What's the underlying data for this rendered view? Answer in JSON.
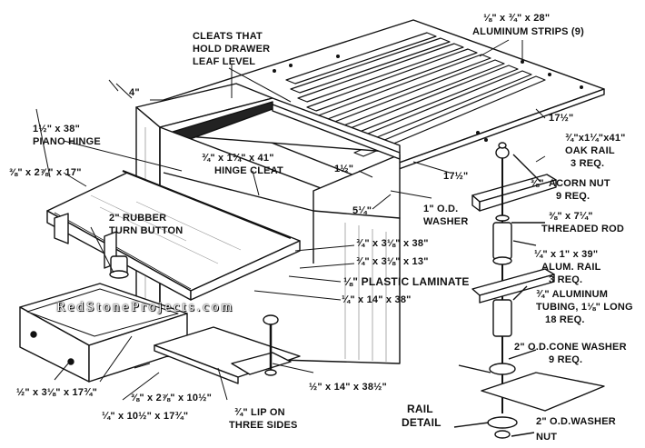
{
  "colors": {
    "ink": "#111111",
    "paper": "#ffffff",
    "shade": "#9a9a9a"
  },
  "watermark": "RedStoneProjects.com",
  "labels": {
    "aluminum_strips": "⅛\" x ¾\" x 28\"",
    "aluminum_strips_2": "ALUMINUM STRIPS (9)",
    "cleats": "CLEATS THAT",
    "cleats_2": "HOLD DRAWER",
    "cleats_3": "LEAF LEVEL",
    "four_inch": "4\"",
    "piano_hinge": "1½\" x 38\"",
    "piano_hinge_2": "PIANO HINGE",
    "hinge_cleat": "¾\" x 1¾\" x 41\"",
    "hinge_cleat_2": "HINGE CLEAT",
    "board_3_8": "⅜\" x 2⅞\" x 17\"",
    "rubber_button": "2\" RUBBER",
    "rubber_button_2": "TURN BUTTON",
    "dim_17_half_a": "17½\"",
    "dim_17_half_b": "17½\"",
    "dim_1_half": "1½\"",
    "dim_5_quarter": "5¼\"",
    "washer_1in": "1\" O.D.",
    "washer_1in_2": "WASHER",
    "oak_rail": "¾\"x1¼\"x41\"",
    "oak_rail_2": "OAK RAIL",
    "oak_rail_3": "3 REQ.",
    "acorn_dim": "⅜\"",
    "acorn_nut": "ACORN NUT",
    "acorn_nut_2": "9 REQ.",
    "threaded_rod": "⅜\" x 7¼\"",
    "threaded_rod_2": "THREADED ROD",
    "board_38": "¾\" x 3⅛\" x 38\"",
    "board_13": "¾\" x 3⅛\" x 13\"",
    "alum_rail": "¼\" x 1\" x 39\"",
    "alum_rail_2": "ALUM. RAIL",
    "alum_rail_3": "3 REQ.",
    "plastic_laminate": "⅛\" PLASTIC LAMINATE",
    "board_14_38": "¼\" x 14\" x 38\"",
    "alum_tubing": "¾\" ALUMINUM",
    "alum_tubing_2": "TUBING, 1⅛\" LONG",
    "alum_tubing_3": "18 REQ.",
    "cone_washer": "2\" O.D.CONE WASHER",
    "cone_washer_2": "9 REQ.",
    "board_half": "½\" x 3⅛\" x 17¾\"",
    "board_10_half": "⅜\" x 2⅞\" x 10½\"",
    "board_quarter": "¼\" x 10½\" x 17¾\"",
    "lip": "¾\" LIP ON",
    "lip_2": "THREE SIDES",
    "board_14_half": "½\" x 14\" x 38½\"",
    "rail_detail": "RAIL",
    "rail_detail_2": "DETAIL",
    "washer_2in": "2\" O.D.WASHER",
    "nut": "NUT"
  }
}
